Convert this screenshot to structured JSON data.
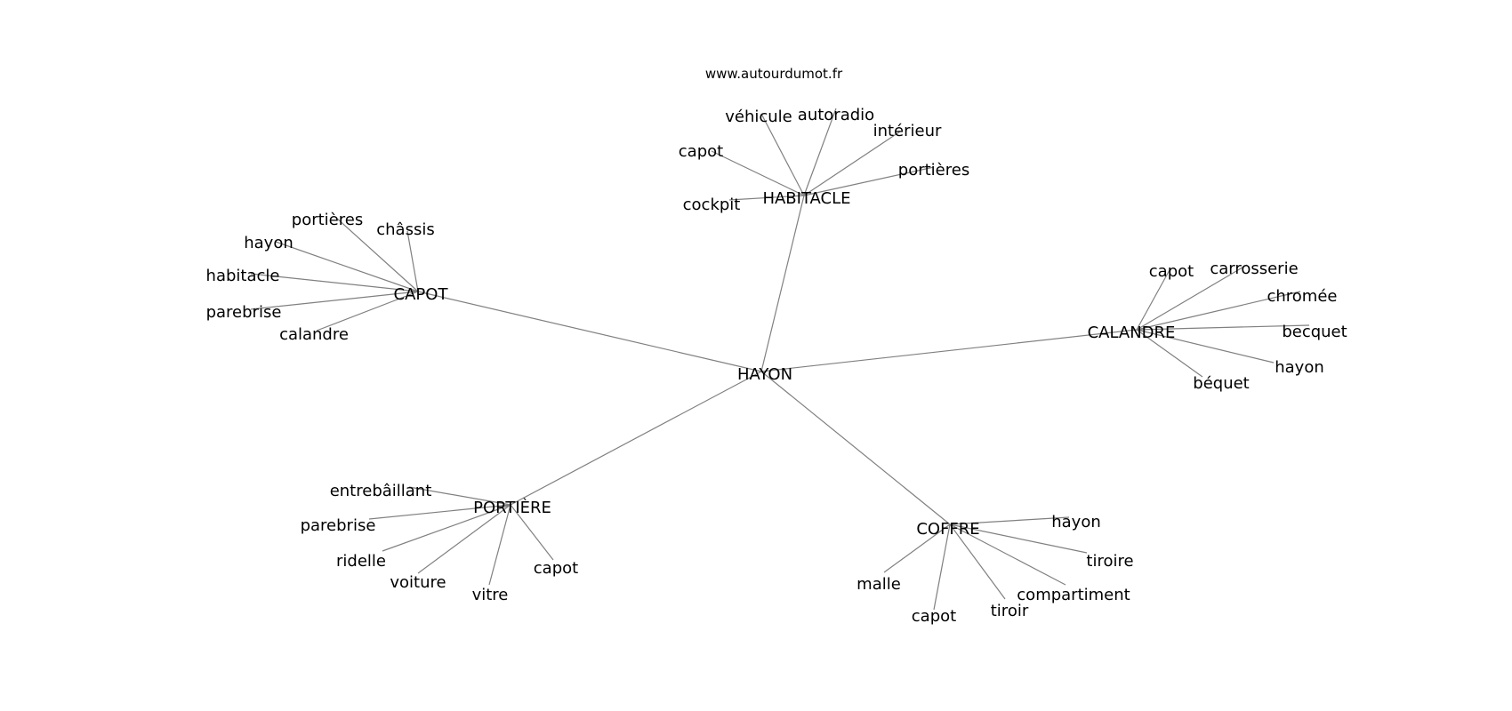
{
  "source": "www.autourdumot.fr",
  "center": "HAYON",
  "hubs": [
    {
      "id": "habitacle",
      "label": "HABITACLE",
      "leaves": [
        "véhicule",
        "autoradio",
        "intérieur",
        "capot",
        "portières",
        "cockpit"
      ]
    },
    {
      "id": "capot",
      "label": "CAPOT",
      "leaves": [
        "portières",
        "châssis",
        "hayon",
        "habitacle",
        "parebrise",
        "calandre"
      ]
    },
    {
      "id": "calandre",
      "label": "CALANDRE",
      "leaves": [
        "capot",
        "carrosserie",
        "chromée",
        "becquet",
        "hayon",
        "béquet"
      ]
    },
    {
      "id": "portiere",
      "label": "PORTIÈRE",
      "leaves": [
        "entrebâillant",
        "parebrise",
        "ridelle",
        "voiture",
        "vitre",
        "capot"
      ]
    },
    {
      "id": "coffre",
      "label": "COFFRE",
      "leaves": [
        "hayon",
        "tiroire",
        "compartiment",
        "tiroir",
        "capot",
        "malle"
      ]
    }
  ]
}
